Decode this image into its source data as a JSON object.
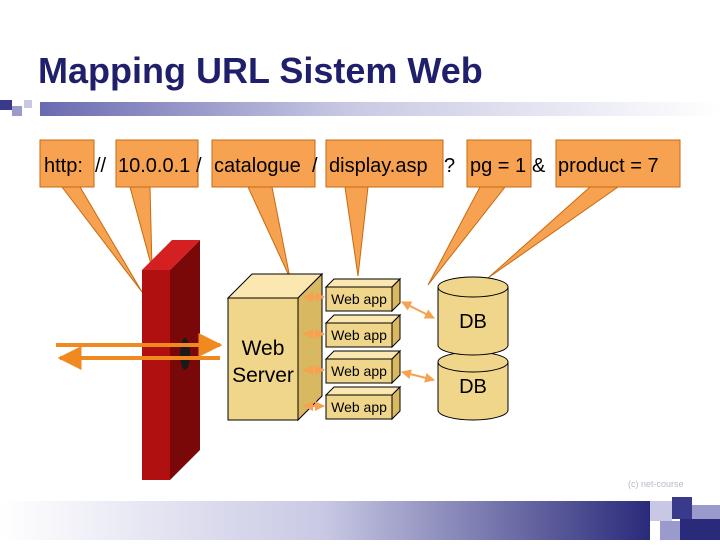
{
  "slide": {
    "title": "Mapping URL Sistem Web",
    "footer_mark": "(c) net-course"
  },
  "url": {
    "parts": [
      {
        "text": "http:",
        "highlight": true
      },
      {
        "text": " // ",
        "highlight": false
      },
      {
        "text": "10.0.0.1",
        "highlight": true
      },
      {
        "text": " / ",
        "highlight": false
      },
      {
        "text": "catalogue",
        "highlight": true
      },
      {
        "text": " / ",
        "highlight": false
      },
      {
        "text": "display.asp",
        "highlight": true
      },
      {
        "text": " ? ",
        "highlight": false
      },
      {
        "text": "pg = 1",
        "highlight": true
      },
      {
        "text": " & ",
        "highlight": false
      },
      {
        "text": "product = 7",
        "highlight": true
      }
    ]
  },
  "components": {
    "web_server_line1": "Web",
    "web_server_line2": "Server",
    "web_apps": [
      "Web app",
      "Web app",
      "Web app",
      "Web app"
    ],
    "databases": [
      "DB",
      "DB"
    ]
  },
  "colors": {
    "accent_orange": "#f7a250",
    "orange_border": "#c86a10",
    "box_fill": "#f0d68a",
    "firewall_red": "#b01010",
    "title_navy": "#1f1f6b",
    "bar_blue": "#3a3a8c"
  }
}
